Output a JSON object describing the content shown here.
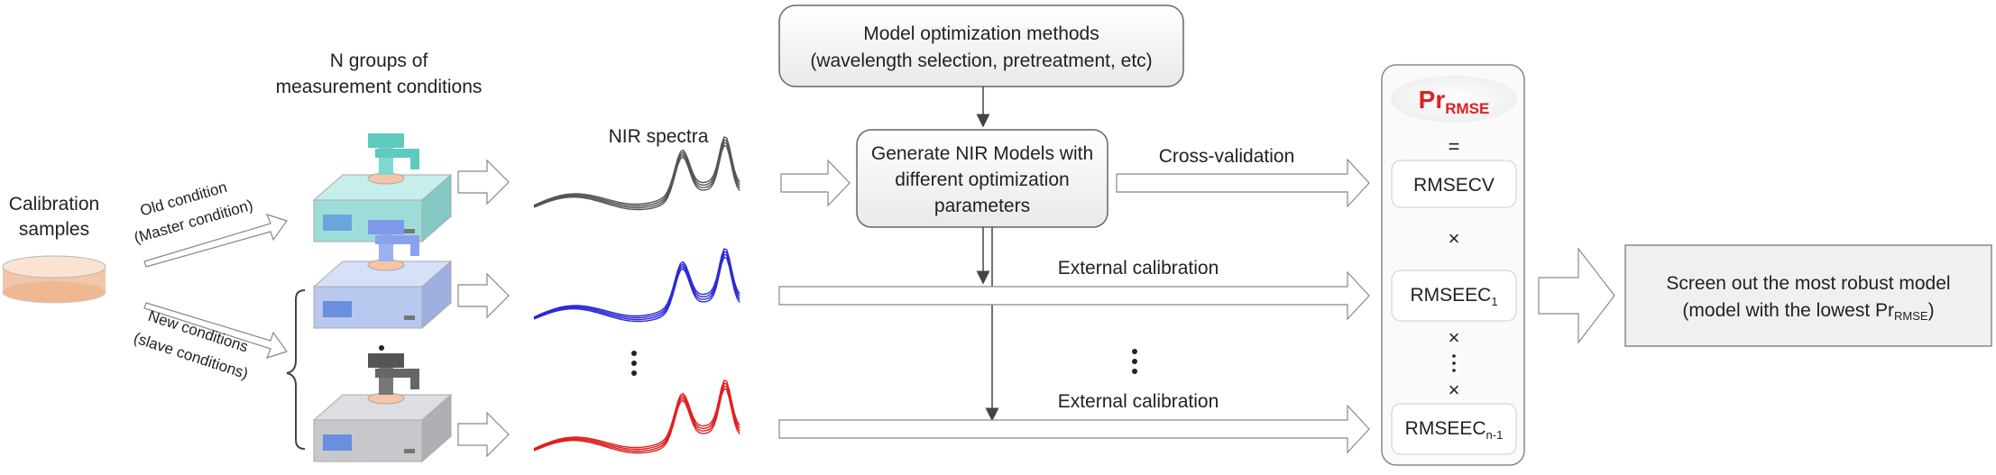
{
  "calibration": {
    "line1": "Calibration",
    "line2": "samples"
  },
  "old_condition": {
    "line1": "Old condition",
    "line2": "(Master condition)"
  },
  "new_conditions": {
    "line1": "New conditions",
    "line2": "(slave conditions)"
  },
  "groups_title": {
    "line1": "N groups of",
    "line2": "measurement conditions"
  },
  "spectra_title": "NIR spectra",
  "model_opt": {
    "line1": "Model optimization methods",
    "line2": "(wavelength selection, pretreatment, etc)"
  },
  "generate": {
    "line1": "Generate NIR Models with",
    "line2": "different optimization",
    "line3": "parameters"
  },
  "cross_validation": "Cross-validation",
  "external_calibration_1": "External calibration",
  "external_calibration_2": "External calibration",
  "pr_rmse": {
    "main": "Pr",
    "sub": "RMSE"
  },
  "equals": "=",
  "rmsecv": "RMSECV",
  "times": "×",
  "rmseec1": {
    "main": "RMSEEC",
    "sub": "1"
  },
  "rmseecn1": {
    "main": "RMSEEC",
    "sub": "n-1"
  },
  "result": {
    "line1": "Screen out the most robust model",
    "line2_prefix": "(model with the lowest Pr",
    "line2_sub": "RMSE",
    "line2_suffix": ")"
  },
  "colors": {
    "instrument_1": "#9edcd8",
    "instrument_2": "#b8c8ee",
    "instrument_3": "#c8c8cc",
    "spectrum_1": "#555555",
    "spectrum_2": "#2a2ad8",
    "spectrum_3": "#e02020",
    "pr_label": "#e02020"
  }
}
